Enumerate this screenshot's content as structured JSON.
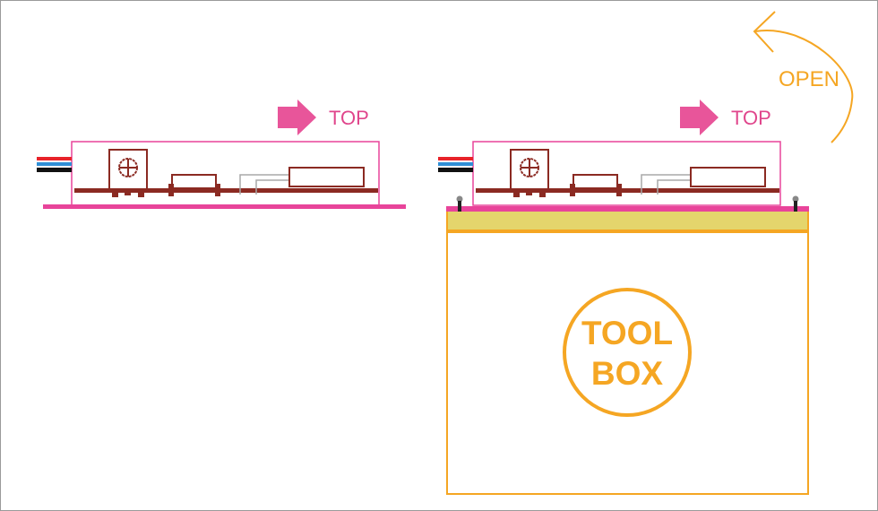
{
  "left_assembly": {
    "top_label": "TOP"
  },
  "right_assembly": {
    "top_label": "TOP",
    "open_label": "OPEN",
    "toolbox_line1": "TOOL",
    "toolbox_line2": "BOX"
  },
  "colors": {
    "pink": "#e8449a",
    "board": "#8b2a22",
    "orange": "#f5a623",
    "yellow": "#e4d56c",
    "wire_red": "#e8232a",
    "wire_blue": "#2f8fd6",
    "wire_black": "#111111",
    "gray": "#a8a8a8"
  }
}
